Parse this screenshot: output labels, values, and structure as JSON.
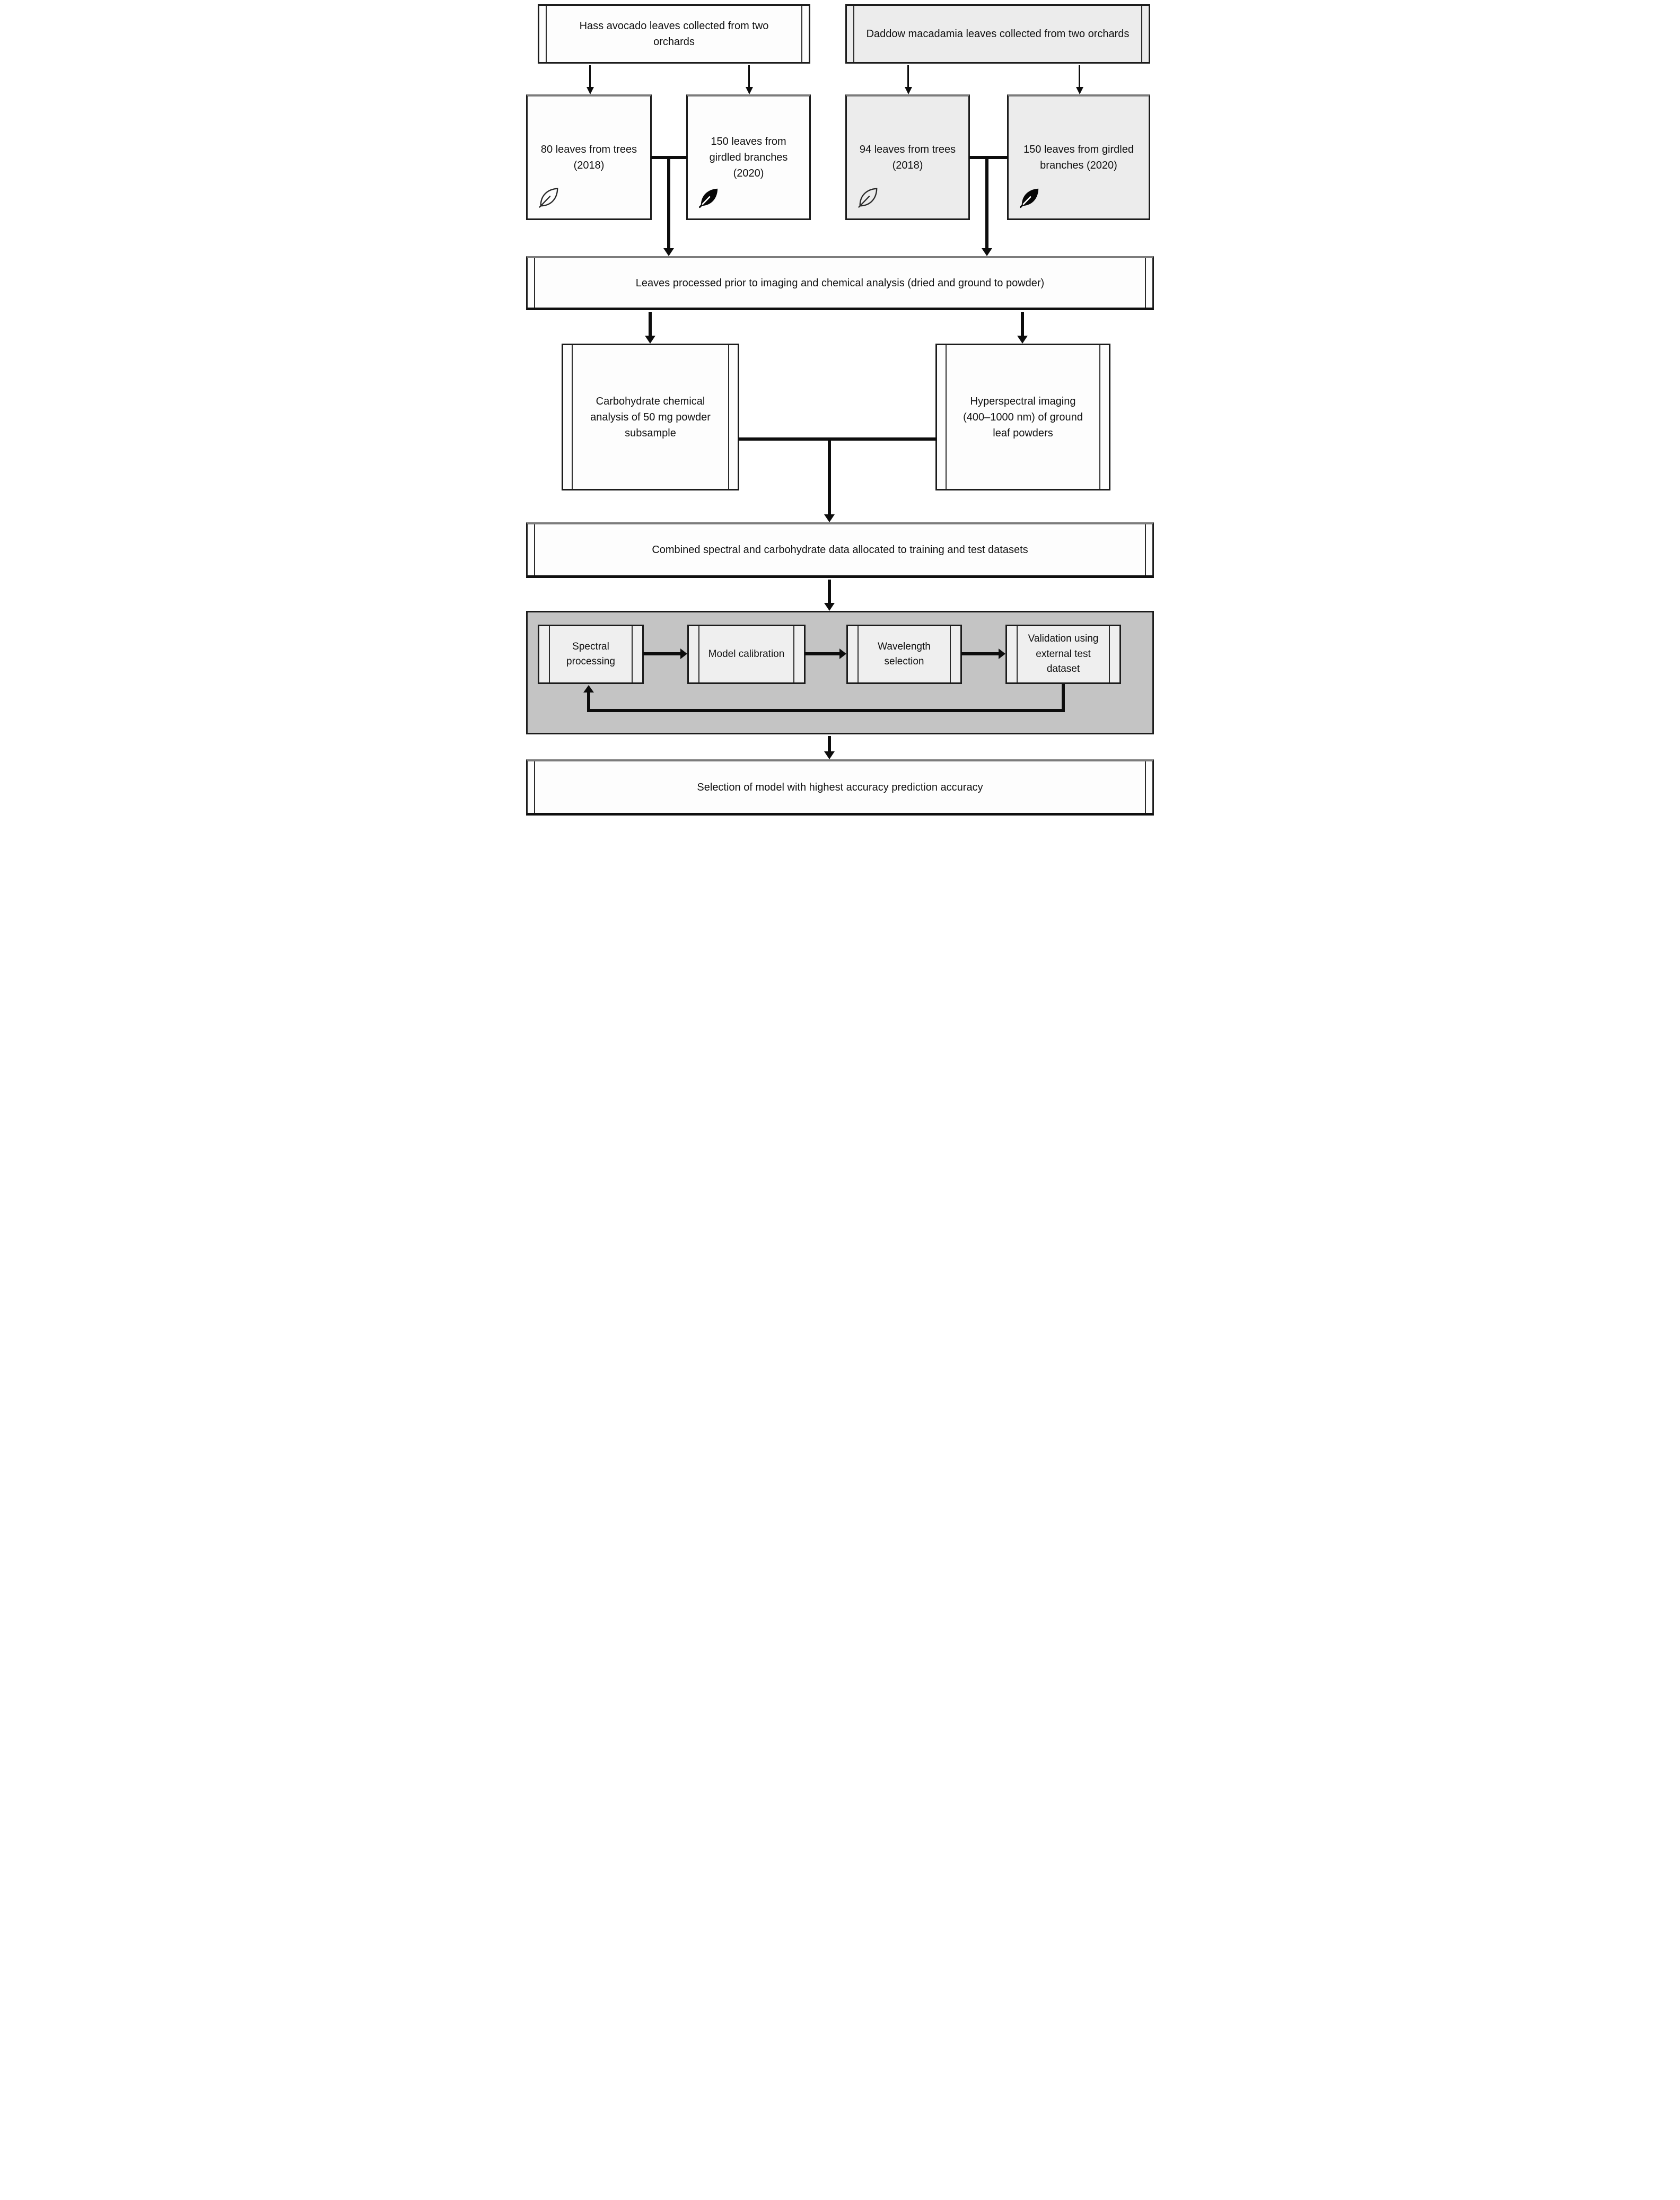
{
  "nodes": {
    "hass": "Hass avocado leaves collected from two orchards",
    "daddow": "Daddow macadamia leaves collected from two orchards",
    "avocado_trees": "80 leaves from trees (2018)",
    "avocado_girdled": "150 leaves from girdled branches (2020)",
    "macadamia_trees": "94 leaves from trees (2018)",
    "macadamia_girdled": "150 leaves from girdled branches (2020)",
    "processed": "Leaves processed prior to imaging and chemical analysis (dried and ground to powder)",
    "carbohydrate": "Carbohydrate chemical analysis of 50 mg powder subsample",
    "hyperspectral": "Hyperspectral imaging (400–1000 nm) of ground leaf powders",
    "combined": "Combined spectral and carbohydrate data allocated to training and test datasets",
    "spectral_processing": "Spectral processing",
    "model_calibration": "Model calibration",
    "wavelength_selection": "Wavelength selection",
    "validation": "Validation using external test dataset",
    "selection": "Selection of model with highest accuracy prediction accuracy"
  },
  "icons": {
    "trees_2018": "leaf-outline-icon",
    "girdled_2020": "leaf-filled-icon"
  },
  "colors": {
    "avocado_box_fill": "#fdfdfd",
    "macadamia_box_fill": "#ececec",
    "loop_panel_fill": "#c4c4c4",
    "loop_box_fill": "#efefef",
    "border": "#1c1c1c",
    "connector": "#0d0d0d"
  }
}
